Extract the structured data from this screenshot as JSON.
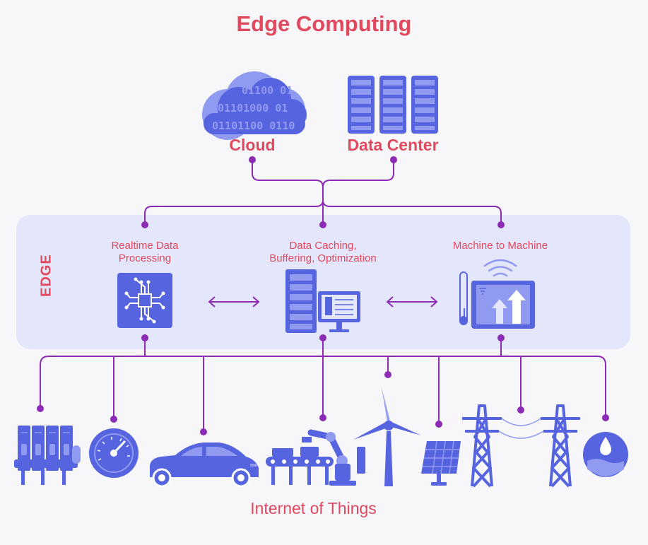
{
  "title": "Edge Computing",
  "cloud": {
    "label": "Cloud",
    "binary_lines": [
      "01100 01",
      "01101000 01",
      "01101100 0110"
    ]
  },
  "data_center": {
    "label": "Data Center"
  },
  "edge": {
    "side_label": "EDGE",
    "functions": [
      {
        "label_line1": "Realtime Data",
        "label_line2": "Processing",
        "icon": "microchip-icon"
      },
      {
        "label_line1": "Data Caching,",
        "label_line2": "Buffering, Optimization",
        "icon": "server-monitor-icon"
      },
      {
        "label_line1": "Machine to Machine",
        "label_line2": "",
        "icon": "m2m-tablet-icon"
      }
    ]
  },
  "iot": {
    "label": "Internet of Things",
    "devices": [
      "engine-icon",
      "gauge-icon",
      "car-icon",
      "robotic-arm-conveyor-icon",
      "wind-turbine-icon",
      "solar-panel-icon",
      "power-lines-icon",
      "water-sensor-icon"
    ]
  },
  "colors": {
    "title": "#e0495e",
    "line": "#8c2bb5",
    "icon": "#5664e0",
    "icon_light": "#8f9af0",
    "edge_panel": "#e4e7fb",
    "background": "#f7f7f9"
  }
}
